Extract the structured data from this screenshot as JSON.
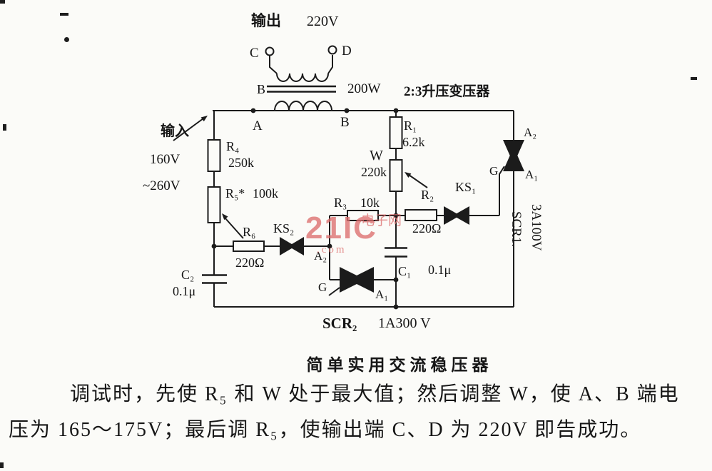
{
  "output": {
    "label": "输出",
    "voltage": "220V",
    "terminal_c": "C",
    "terminal_d": "D"
  },
  "transformer": {
    "winding_label": "B",
    "power": "200W",
    "type": "2:3升压变压器",
    "node_a": "A",
    "node_b": "B"
  },
  "input": {
    "label": "输入",
    "v_low": "160V",
    "v_high": "~260V"
  },
  "parts": {
    "r4": {
      "name": "R₄",
      "value": "250k"
    },
    "r5": {
      "name": "R₅*",
      "value": "100k"
    },
    "r6": {
      "name": "R₆",
      "value": "220Ω"
    },
    "c2": {
      "name": "C₂",
      "value": "0.1μ"
    },
    "ks2": {
      "name": "KS₂"
    },
    "r1": {
      "name": "R₁",
      "value": "6.2k"
    },
    "w": {
      "name": "W",
      "value": "220k"
    },
    "r3": {
      "name": "R₃",
      "value": "10k"
    },
    "r2": {
      "name": "R₂",
      "value": "220Ω"
    },
    "ks1": {
      "name": "KS₁"
    },
    "c1": {
      "name": "C₁",
      "value": "0.1μ"
    },
    "scr2": {
      "name": "SCR₂",
      "rating": "1A300 V",
      "t_a2": "A₂",
      "t_g": "G",
      "t_a1": "A₁"
    },
    "scr1": {
      "name": "SCR1.",
      "rating": "3A100V",
      "t_a2": "A₂",
      "t_g": "G",
      "t_a1": "A₁"
    }
  },
  "watermark": {
    "main": "21IC",
    "overlay": "电子网",
    "tail": ".com",
    "color": "#dd6f6f"
  },
  "caption": "简单实用交流稳压器",
  "description": {
    "line1": "调试时，先使 R₅ 和 W 处于最大值；然后调整 W，使 A、B 端电",
    "line2": "压为 165～175V；最后调 R₅，使输出端 C、D 为 220V 即告成功。"
  }
}
